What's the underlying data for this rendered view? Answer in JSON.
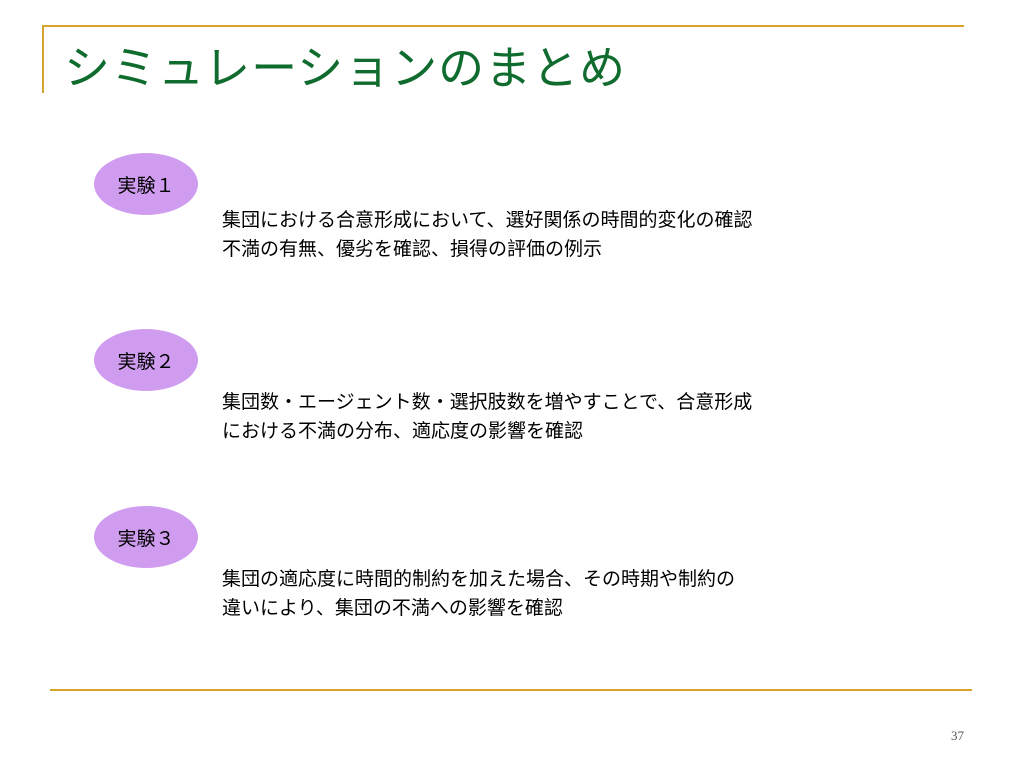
{
  "slide": {
    "title": "シミュレーションのまとめ",
    "page_number": "37"
  },
  "experiments": [
    {
      "label": "実験１",
      "lines": [
        "集団における合意形成において、選好関係の時間的変化の確認",
        "不満の有無、優劣を確認、損得の評価の例示"
      ]
    },
    {
      "label": "実験２",
      "lines": [
        "集団数・エージェント数・選択肢数を増やすことで、合意形成",
        "における不満の分布、適応度の影響を確認"
      ]
    },
    {
      "label": "実験３",
      "lines": [
        "集団の適応度に時間的制約を加えた場合、その時期や制約の",
        "違いにより、集団の不満への影響を確認"
      ]
    }
  ],
  "colors": {
    "title": "#0f6b2e",
    "rule": "#d4a52a",
    "badge_fill": "#d09cf0"
  }
}
